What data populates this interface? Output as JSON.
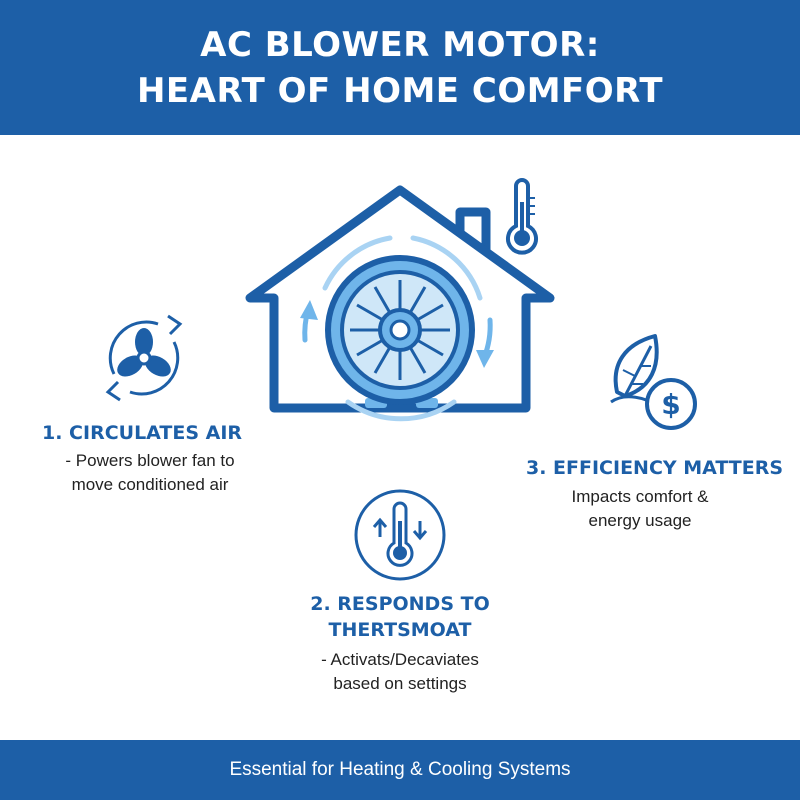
{
  "header": {
    "title_line1": "AC BLOWER MOTOR:",
    "title_line2": "HEART OF HOME COMFORT"
  },
  "features": [
    {
      "heading": "1. CIRCULATES AIR",
      "desc_line1": "- Powers blower fan to",
      "desc_line2": "move conditioned air",
      "icon": "fan-icon"
    },
    {
      "heading_line1": "2. RESPONDS TO",
      "heading_line2": "THERTSMOAT",
      "desc_line1": "- Activats/Decaviates",
      "desc_line2": "based on settings",
      "icon": "thermostat-icon"
    },
    {
      "heading": "3. EFFICIENCY MATTERS",
      "desc_line1": "Impacts comfort &",
      "desc_line2": "energy usage",
      "icon": "leaf-dollar-icon"
    }
  ],
  "footer": {
    "text": "Essential for Heating & Cooling Systems"
  },
  "colors": {
    "primary": "#1d5fa7",
    "light_blue": "#6fb5ea",
    "pale_blue": "#a9d3f3"
  }
}
